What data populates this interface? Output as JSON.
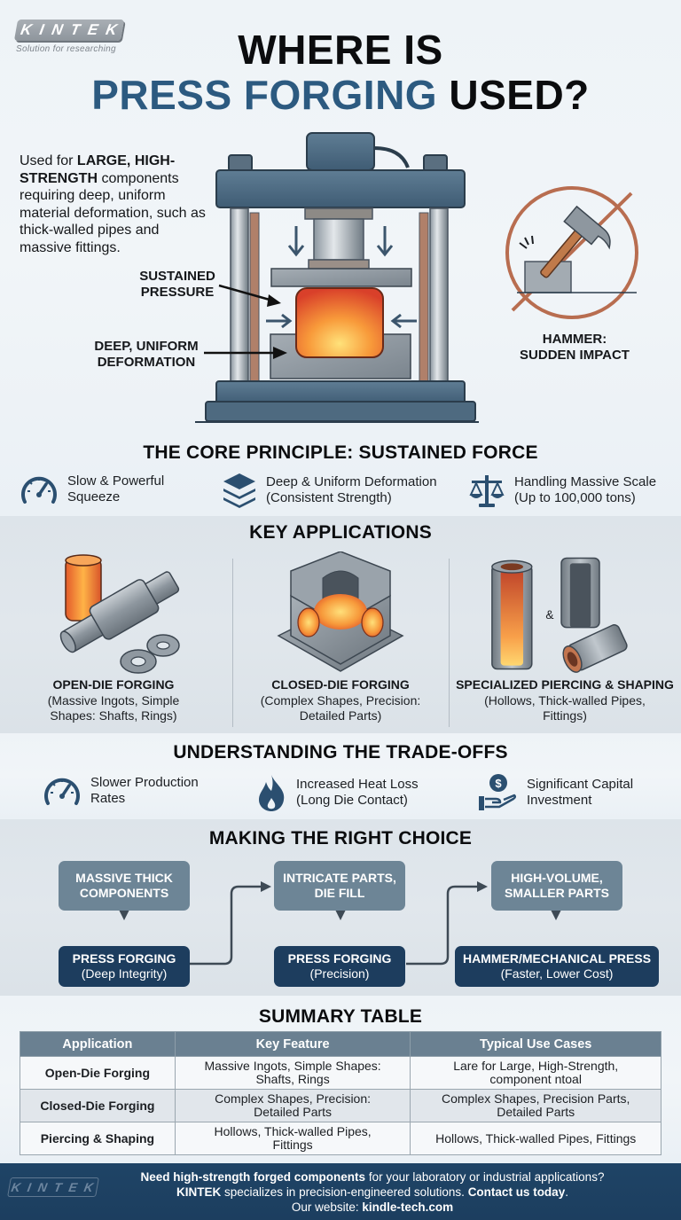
{
  "brand": {
    "logo_text": "KINTEK",
    "tagline": "Solution for researching"
  },
  "hero": {
    "title_line1": "WHERE IS",
    "title_accent": "PRESS FORGING",
    "title_rest": " USED?",
    "intro_pre": "Used for ",
    "intro_bold": "LARGE, HIGH-STRENGTH",
    "intro_post": " components requiring deep, uniform material deformation, such as thick-walled pipes and massive fittings.",
    "callout_pressure_1": "SUSTAINED",
    "callout_pressure_2": "PRESSURE",
    "callout_deform_1": "DEEP, UNIFORM",
    "callout_deform_2": "DEFORMATION",
    "hammer_label_1": "HAMMER:",
    "hammer_label_2": "SUDDEN IMPACT"
  },
  "core": {
    "title": "THE CORE PRINCIPLE: SUSTAINED FORCE",
    "items": [
      {
        "icon": "speedometer-icon",
        "line1": "Slow & Powerful",
        "line2": "Squeeze"
      },
      {
        "icon": "layers-icon",
        "line1": "Deep & Uniform Deformation",
        "line2": "(Consistent Strength)"
      },
      {
        "icon": "scale-icon",
        "line1": "Handling Massive Scale",
        "line2": "(Up to 100,000 tons)"
      }
    ]
  },
  "applications": {
    "title": "KEY APPLICATIONS",
    "items": [
      {
        "name": "OPEN-DIE FORGING",
        "desc1": "(Massive Ingots, Simple",
        "desc2": "Shapes: Shafts, Rings)"
      },
      {
        "name": "CLOSED-DIE FORGING",
        "desc1": "(Complex Shapes, Precision:",
        "desc2": "Detailed Parts)"
      },
      {
        "name": "SPECIALIZED PIERCING & SHAPING",
        "desc1": "(Hollows, Thick-walled Pipes,",
        "desc2": "Fittings)",
        "ampersand": "&"
      }
    ]
  },
  "tradeoffs": {
    "title": "UNDERSTANDING THE TRADE-OFFS",
    "items": [
      {
        "icon": "speedometer-icon",
        "line1": "Slower Production",
        "line2": "Rates"
      },
      {
        "icon": "flame-icon",
        "line1": "Increased Heat Loss",
        "line2": "(Long Die Contact)"
      },
      {
        "icon": "money-hand-icon",
        "line1": "Significant Capital",
        "line2": "Investment"
      }
    ]
  },
  "choice": {
    "title": "MAKING THE RIGHT CHOICE",
    "flows": [
      {
        "q1": "MASSIVE THICK",
        "q2": "COMPONENTS",
        "a1": "PRESS FORGING",
        "a2": "(Deep Integrity)"
      },
      {
        "q1": "INTRICATE PARTS,",
        "q2": "DIE FILL",
        "a1": "PRESS FORGING",
        "a2": "(Precision)"
      },
      {
        "q1": "HIGH-VOLUME,",
        "q2": "SMALLER PARTS",
        "a1": "HAMMER/MECHANICAL PRESS",
        "a2": "(Faster, Lower Cost)"
      }
    ]
  },
  "summary": {
    "title": "SUMMARY TABLE",
    "headers": [
      "Application",
      "Key Feature",
      "Typical Use Cases"
    ],
    "rows": [
      {
        "app": "Open-Die Forging",
        "feature1": "Massive Ingots, Simple Shapes:",
        "feature2": "Shafts, Rings",
        "use1": "Lare for Large, High-Strength,",
        "use2": "component ntoal"
      },
      {
        "app": "Closed-Die Forging",
        "feature1": "Complex Shapes, Precision:",
        "feature2": "Detailed Parts",
        "use1": "Complex Shapes, Precision Parts,",
        "use2": "Detailed Parts"
      },
      {
        "app": "Piercing & Shaping",
        "feature1": "Hollows, Thick-walled Pipes,",
        "feature2": "Fittings",
        "use1": "Hollows, Thick-walled Pipes, Fittings",
        "use2": ""
      }
    ]
  },
  "footer": {
    "logo_text": "KINTEK",
    "line1_bold": "Need high-strength forged components",
    "line1_rest": " for your laboratory or industrial applications?",
    "line2_bold": "KINTEK",
    "line2_mid": " specializes in precision-engineered solutions. ",
    "line2_cta": "Contact us today",
    "line2_end": ".",
    "line3_pre": "Our website: ",
    "line3_link": "kindle-tech.com"
  },
  "colors": {
    "accent_blue": "#2c5a80",
    "navy": "#1d3d5e",
    "slate": "#6d8596",
    "icon_blue": "#2b4f70",
    "hot_orange": "#f26a2a",
    "prohibit_red": "#b86d50"
  }
}
